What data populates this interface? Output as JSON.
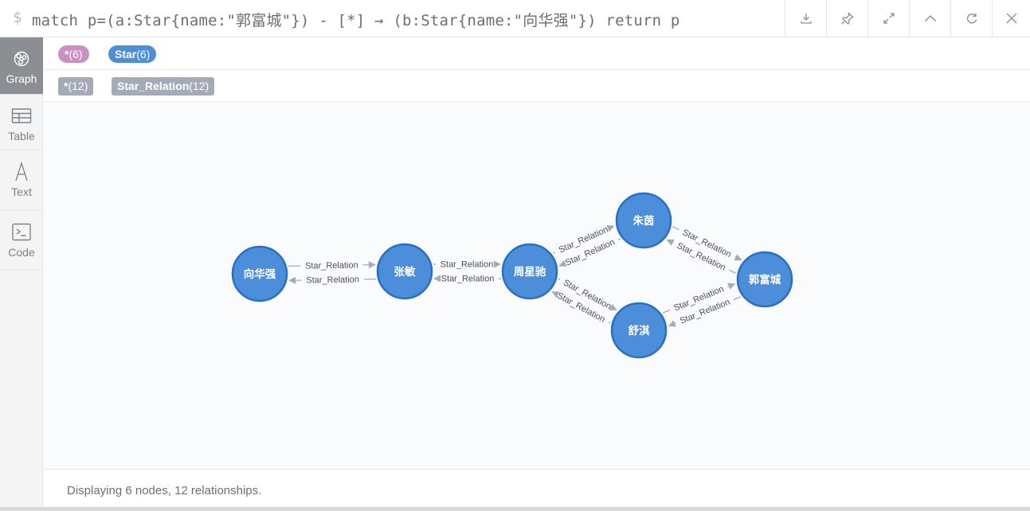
{
  "query": {
    "prompt": "$",
    "text": "match p=(a:Star{name:\"郭富城\"}) - [*] → (b:Star{name:\"向华强\"}) return p"
  },
  "toolbar": {
    "download": "download-icon",
    "pin": "pin-icon",
    "expand": "expand-icon",
    "collapse": "chevron-up-icon",
    "rerun": "refresh-icon",
    "close": "close-icon"
  },
  "sidebar": {
    "items": [
      {
        "label": "Graph",
        "icon": "graph-icon",
        "active": true
      },
      {
        "label": "Table",
        "icon": "table-icon",
        "active": false
      },
      {
        "label": "Text",
        "icon": "text-icon",
        "active": false
      },
      {
        "label": "Code",
        "icon": "code-icon",
        "active": false
      }
    ]
  },
  "legend": {
    "node_labels": [
      {
        "name": "*",
        "count": "(6)",
        "color": "#c990c0"
      },
      {
        "name": "Star",
        "count": "(6)",
        "color": "#4c8eda"
      }
    ],
    "rel_types": [
      {
        "name": "*",
        "count": "(12)"
      },
      {
        "name": "Star_Relation",
        "count": "(12)"
      }
    ]
  },
  "graph": {
    "nodes": [
      {
        "id": "xhq",
        "label": "向华强"
      },
      {
        "id": "zm",
        "label": "张敏"
      },
      {
        "id": "zxc",
        "label": "周星驰"
      },
      {
        "id": "zy",
        "label": "朱茵"
      },
      {
        "id": "sq",
        "label": "舒淇"
      },
      {
        "id": "gfc",
        "label": "郭富城"
      }
    ],
    "relationship_label": "Star_Relation",
    "node_color": "#4c8eda",
    "node_border_color": "#2870c2",
    "edge_color": "#a5abb6"
  },
  "status": {
    "text": "Displaying 6 nodes, 12 relationships."
  }
}
